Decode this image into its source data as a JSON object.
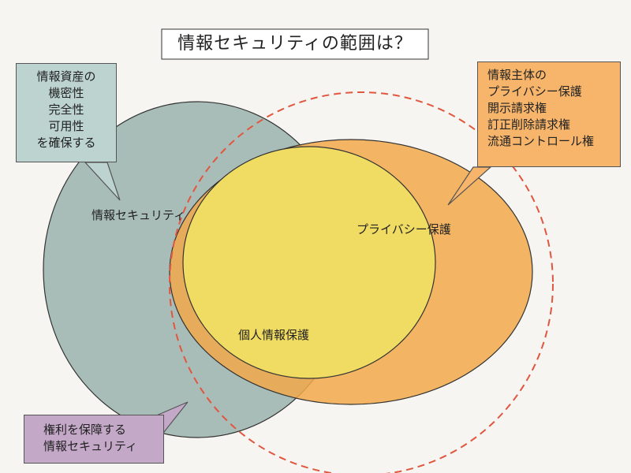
{
  "title": "情報セキュリティの範囲は？",
  "regions": {
    "security": "情報セキュリティ",
    "privacy": "プライバシー保護",
    "personal": "個人情報保護"
  },
  "callouts": {
    "left_top": {
      "lines": [
        "情報資産の",
        "機密性",
        "完全性",
        "可用性",
        "を確保する"
      ],
      "fill": "#bcd3cf"
    },
    "right_top": {
      "lines": [
        "情報主体の",
        "プライバシー保護",
        "開示請求権",
        "訂正削除請求権",
        "流通コントロール権"
      ],
      "fill": "#f7b56b"
    },
    "bottom_left": {
      "lines": [
        "権利を保障する",
        "情報セキュリティ"
      ],
      "fill": "#c4a8c8"
    }
  },
  "colors": {
    "security_fill": "#a9bdb8",
    "privacy_fill": "#f2a94a",
    "personal_fill": "#f1dc63",
    "dashed": "#e0563f"
  }
}
